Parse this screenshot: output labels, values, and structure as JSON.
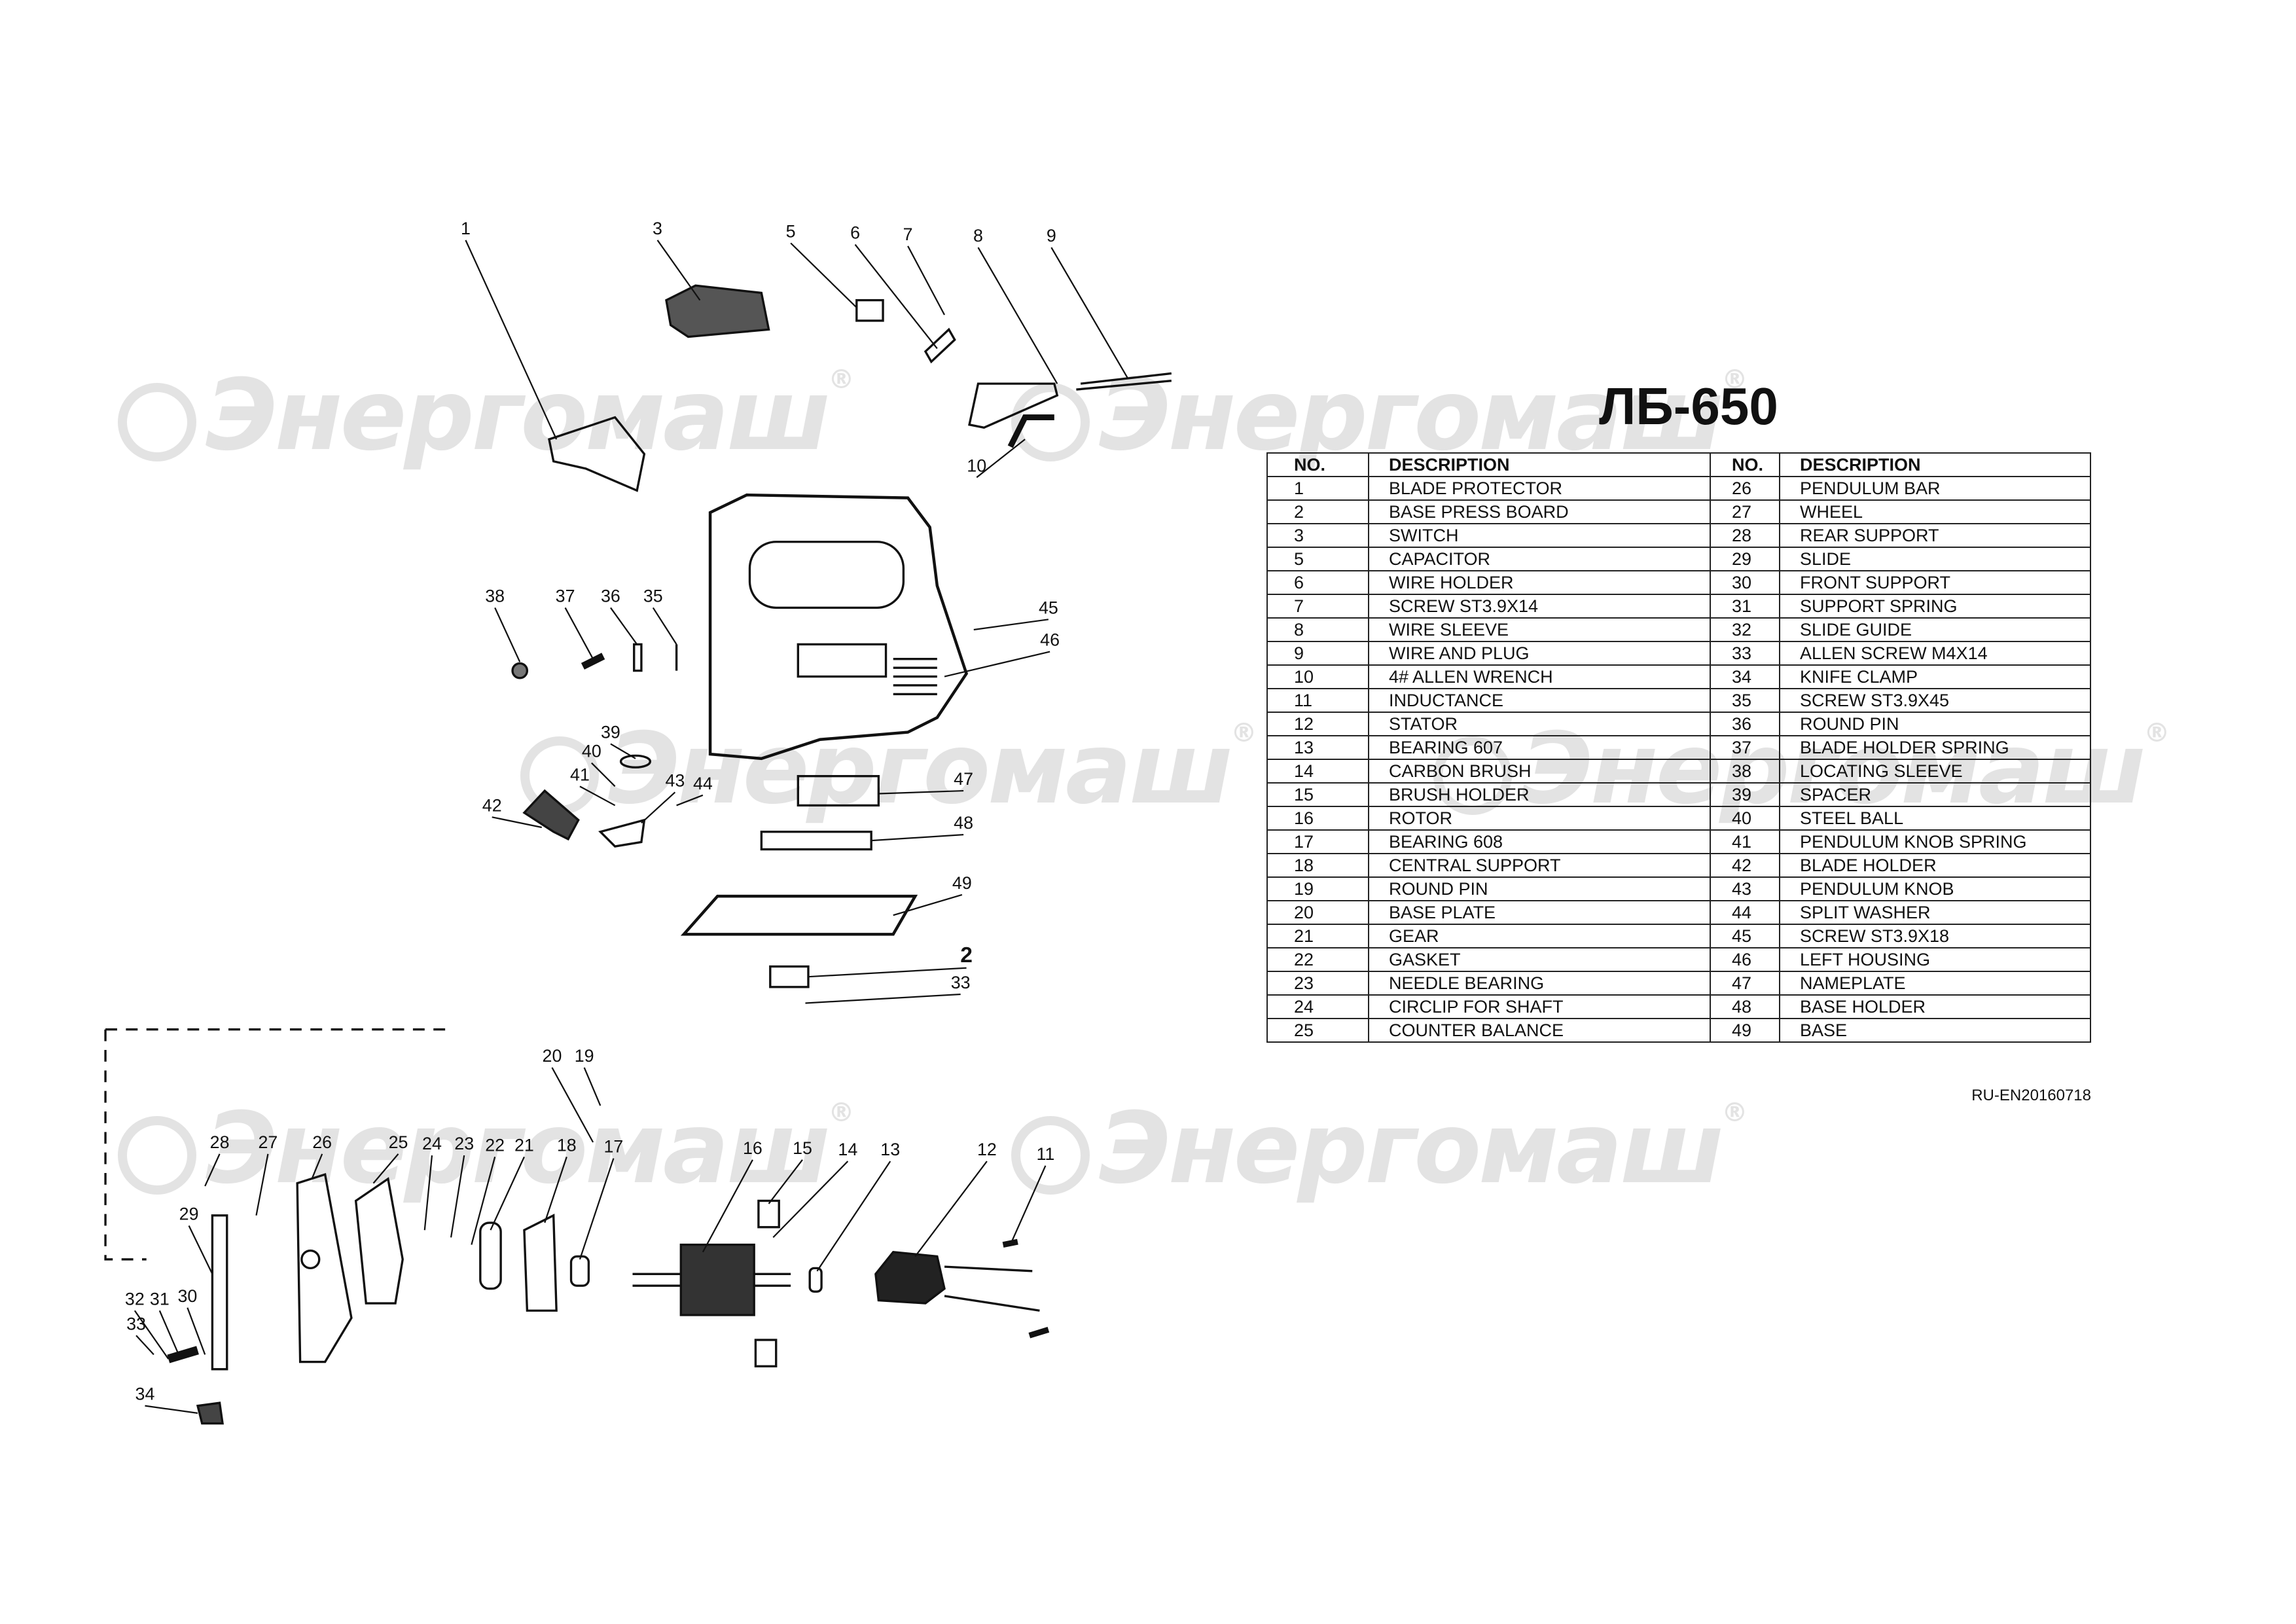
{
  "watermark": {
    "text": "Энергомаш",
    "reg": "®"
  },
  "title": "ЛБ-650",
  "doc_id": "RU-EN20160718",
  "table": {
    "headers": {
      "no": "NO.",
      "description": "DESCRIPTION"
    },
    "rows": [
      [
        "1",
        "BLADE PROTECTOR",
        "26",
        "PENDULUM BAR"
      ],
      [
        "2",
        "BASE PRESS BOARD",
        "27",
        "WHEEL"
      ],
      [
        "3",
        "SWITCH",
        "28",
        "REAR SUPPORT"
      ],
      [
        "5",
        "CAPACITOR",
        "29",
        "SLIDE"
      ],
      [
        "6",
        "WIRE HOLDER",
        "30",
        "FRONT SUPPORT"
      ],
      [
        "7",
        "SCREW ST3.9X14",
        "31",
        "SUPPORT SPRING"
      ],
      [
        "8",
        "WIRE SLEEVE",
        "32",
        "SLIDE GUIDE"
      ],
      [
        "9",
        "WIRE AND PLUG",
        "33",
        "ALLEN SCREW M4X14"
      ],
      [
        "10",
        "4# ALLEN WRENCH",
        "34",
        "KNIFE CLAMP"
      ],
      [
        "11",
        "INDUCTANCE",
        "35",
        "SCREW ST3.9X45"
      ],
      [
        "12",
        "STATOR",
        "36",
        "ROUND PIN"
      ],
      [
        "13",
        "BEARING 607",
        "37",
        "BLADE HOLDER SPRING"
      ],
      [
        "14",
        "CARBON BRUSH",
        "38",
        "LOCATING SLEEVE"
      ],
      [
        "15",
        "BRUSH HOLDER",
        "39",
        "SPACER"
      ],
      [
        "16",
        "ROTOR",
        "40",
        "STEEL BALL"
      ],
      [
        "17",
        "BEARING 608",
        "41",
        "PENDULUM KNOB SPRING"
      ],
      [
        "18",
        "CENTRAL SUPPORT",
        "42",
        "BLADE HOLDER"
      ],
      [
        "19",
        "ROUND PIN",
        "43",
        "PENDULUM KNOB"
      ],
      [
        "20",
        "BASE PLATE",
        "44",
        "SPLIT WASHER"
      ],
      [
        "21",
        "GEAR",
        "45",
        "SCREW ST3.9X18"
      ],
      [
        "22",
        "GASKET",
        "46",
        "LEFT HOUSING"
      ],
      [
        "23",
        "NEEDLE BEARING",
        "47",
        "NAMEPLATE"
      ],
      [
        "24",
        "CIRCLIP FOR SHAFT",
        "48",
        "BASE HOLDER"
      ],
      [
        "25",
        "COUNTER BALANCE",
        "49",
        "BASE"
      ]
    ]
  },
  "callouts": [
    "1",
    "3",
    "5",
    "6",
    "7",
    "8",
    "9",
    "10",
    "38",
    "37",
    "36",
    "35",
    "45",
    "46",
    "39",
    "40",
    "41",
    "43",
    "44",
    "42",
    "47",
    "48",
    "49",
    "2",
    "33",
    "20",
    "19",
    "28",
    "27",
    "26",
    "25",
    "24",
    "23",
    "22",
    "21",
    "18",
    "17",
    "16",
    "15",
    "14",
    "13",
    "12",
    "11",
    "29",
    "32",
    "30",
    "31",
    "33",
    "34"
  ]
}
